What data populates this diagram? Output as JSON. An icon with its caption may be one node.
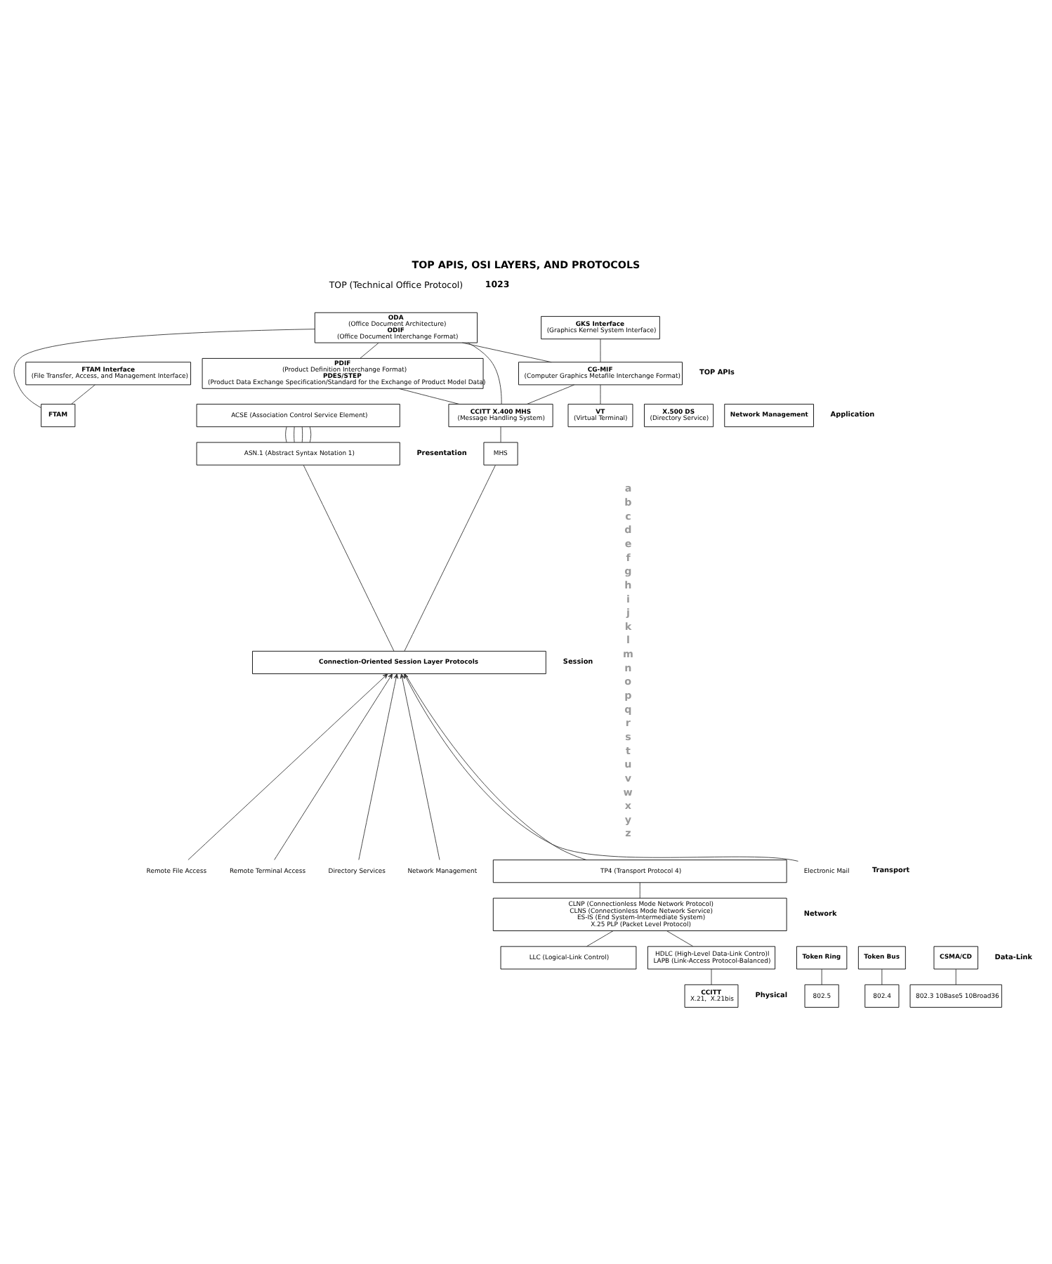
{
  "diagram": {
    "title": "TOP APIS, OSI LAYERS, AND PROTOCOLS",
    "nodes": [
      {
        "text": [
          "ODA",
          "(Office Document Architecture)",
          "ODIF",
          "(Office Document Interchange Format)"
        ]
      },
      {
        "text": [
          "GKS Interface",
          "(Graphics Kernel System Interface)"
        ]
      },
      {
        "text": [
          "PDIF",
          "(Product Definition Interchange Format)",
          "PDES/STEP",
          "(Product Data Exchange Specification/Standard for the Exchange of Product Model Data)"
        ]
      },
      {
        "text": [
          "CG-MIF",
          "(Computer Graphics Metafile Interchange Format)"
        ]
      },
      {
        "text": [
          "FTAM Interface",
          "(File Transfer, Access, and Management Interface)"
        ]
      },
      {
        "text": [
          "CCITT X.400 MHS",
          "(Message Handling System)"
        ]
      },
      {
        "text": [
          "FTAM"
        ]
      },
      {
        "text": [
          "VT",
          "(Virtual Terminal)"
        ]
      },
      {
        "text": [
          "X.500 DS",
          "(Directory Service)"
        ]
      },
      {
        "text": [
          "Network Management"
        ]
      },
      {
        "text": [
          "ACSE (Association Control Service Element)"
        ]
      },
      {
        "text": [
          "MHS"
        ]
      },
      {
        "text": [
          "ASN.1 (Abstract Syntax Notation 1)"
        ]
      },
      {
        "text": [
          "Connection-Oriented Session Layer Protocols"
        ]
      },
      {
        "text": [
          "Electronic Mail"
        ]
      },
      {
        "text": [
          "Remote File Access"
        ]
      },
      {
        "text": [
          "Remote Terminal Access"
        ]
      },
      {
        "text": [
          "Directory Services"
        ]
      },
      {
        "text": [
          "Network Management"
        ]
      },
      {
        "text": [
          "TP4 (Transport Protocol 4)"
        ]
      },
      {
        "text": [
          "CLNP (Connectionless Mode Network Protocol)",
          "CLNS (Connectionless Mode Network Service)",
          "ES-IS (End System-Intermediate System)",
          "X.25 PLP (Packet Level Protocol)"
        ]
      },
      {
        "text": [
          "LLC (Logical-Link Control)"
        ]
      },
      {
        "text": [
          "CSMA/CD"
        ]
      },
      {
        "text": [
          "Token Bus"
        ]
      },
      {
        "text": [
          "Token Ring"
        ]
      },
      {
        "text": [
          "HDLC (High-Level Data-Link Contro)l",
          "LAPB (Link-Access Protocol-Balanced)"
        ]
      },
      {
        "text": [
          "802.3 10Base5 10Broad36"
        ]
      },
      {
        "text": [
          "802.4"
        ]
      },
      {
        "text": [
          "802.5"
        ]
      },
      {
        "text": [
          "CCITT",
          "X.21,  X.21bis"
        ]
      }
    ],
    "edges": [
      {
        "from": 0,
        "to": 2,
        "arrow": "none"
      },
      {
        "from": 0,
        "to": 5,
        "arrow": "none"
      },
      {
        "from": 0,
        "to": 6,
        "arrow": "none"
      },
      {
        "from": 0,
        "to": 3,
        "arrow": "none"
      },
      {
        "from": 1,
        "to": 3,
        "arrow": "none"
      },
      {
        "from": 2,
        "to": 5,
        "arrow": "none"
      },
      {
        "from": 3,
        "to": 5,
        "arrow": "none"
      },
      {
        "from": 3,
        "to": 7,
        "arrow": "none"
      },
      {
        "from": 4,
        "to": 6,
        "arrow": "none"
      },
      {
        "from": 5,
        "to": 11,
        "arrow": "none"
      },
      {
        "from": 10,
        "to": 12,
        "arrow": "none"
      },
      {
        "from": 10,
        "to": 12,
        "arrow": "none"
      },
      {
        "from": 10,
        "to": 12,
        "arrow": "none"
      },
      {
        "from": 10,
        "to": 12,
        "arrow": "none"
      },
      {
        "from": 11,
        "to": 13,
        "arrow": "none"
      },
      {
        "from": 12,
        "to": 13,
        "arrow": "none"
      },
      {
        "from": 14,
        "to": 13,
        "arrow": "to"
      },
      {
        "from": 15,
        "to": 13,
        "arrow": "to"
      },
      {
        "from": 16,
        "to": 13,
        "arrow": "to"
      },
      {
        "from": 17,
        "to": 13,
        "arrow": "to"
      },
      {
        "from": 18,
        "to": 13,
        "arrow": "to"
      },
      {
        "from": 13,
        "to": 19,
        "arrow": "none"
      },
      {
        "from": 19,
        "to": 20,
        "arrow": "none"
      },
      {
        "from": 20,
        "to": 21,
        "arrow": "none"
      },
      {
        "from": 20,
        "to": 25,
        "arrow": "none"
      },
      {
        "from": 22,
        "to": 26,
        "arrow": "none"
      },
      {
        "from": 23,
        "to": 27,
        "arrow": "none"
      },
      {
        "from": 24,
        "to": 28,
        "arrow": "none"
      },
      {
        "from": 25,
        "to": 29,
        "arrow": "none"
      }
    ],
    "labels": [
      "TOP (Technical Office Protocol)",
      "1023",
      "TOP APIs",
      "Application",
      "Presentation",
      "Session",
      "Transport",
      "Network",
      "Data-Link",
      "Physical",
      "a",
      "b",
      "c",
      "d",
      "e",
      "f",
      "g",
      "h",
      "i",
      "j",
      "k",
      "l",
      "m",
      "n",
      "o",
      "p",
      "q",
      "r",
      "s",
      "t",
      "u",
      "v",
      "w",
      "x",
      "y",
      "z"
    ]
  }
}
